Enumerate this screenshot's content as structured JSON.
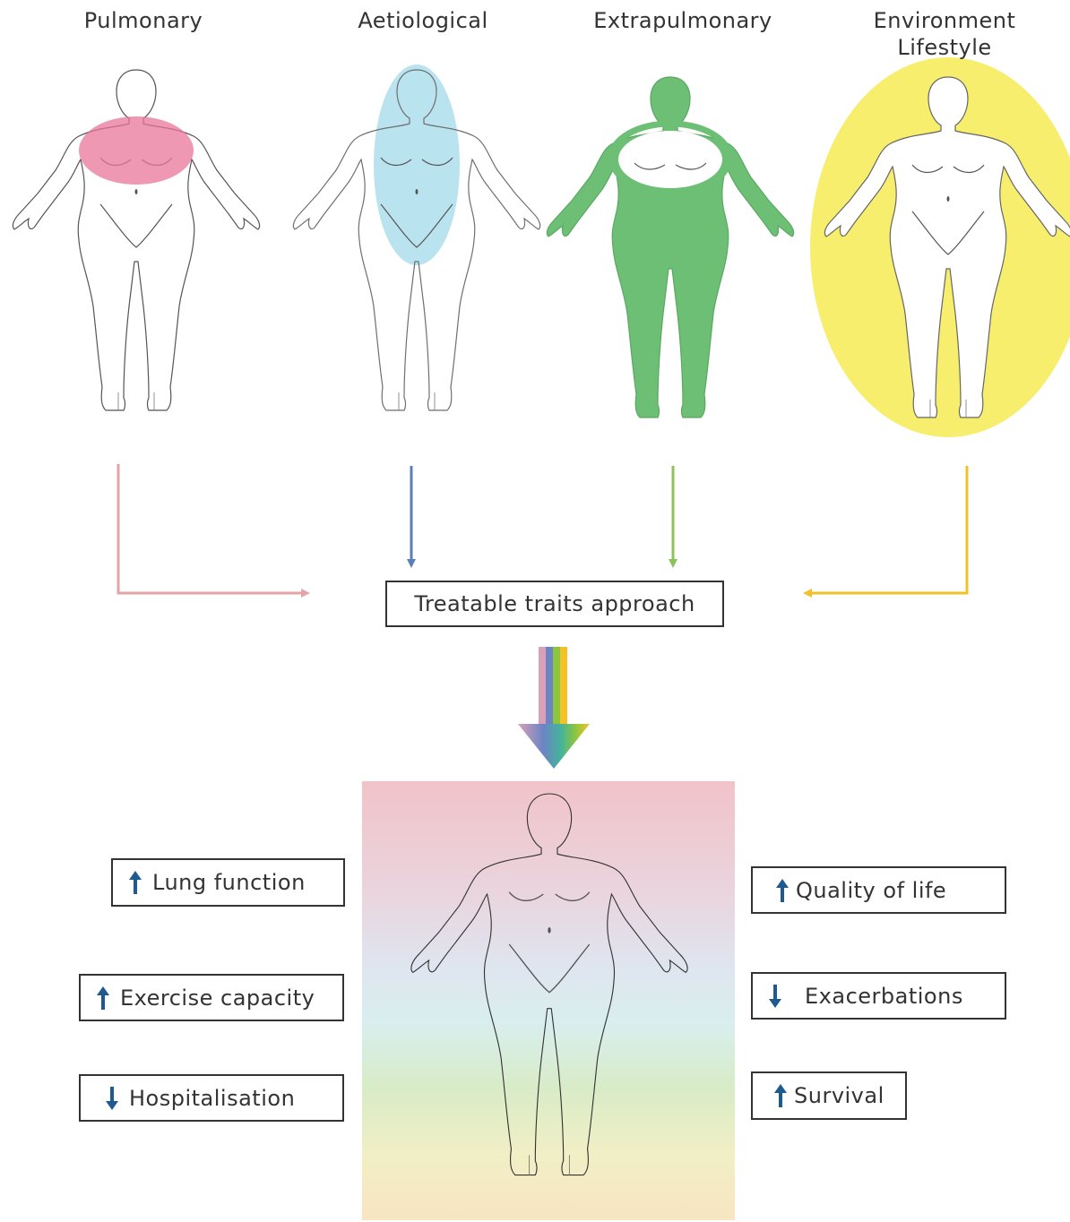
{
  "columns": [
    {
      "line1": "Pulmonary",
      "line2": ""
    },
    {
      "line1": "Aetiological",
      "line2": ""
    },
    {
      "line1": "Extrapulmonary",
      "line2": ""
    },
    {
      "line1": "Environment",
      "line2": "Lifestyle"
    }
  ],
  "center_box": "Treatable traits approach",
  "outcomes": [
    {
      "label": "Lung function",
      "direction": "up"
    },
    {
      "label": "Exercise capacity",
      "direction": "up"
    },
    {
      "label": "Hospitalisation",
      "direction": "down"
    },
    {
      "label": "Quality of life",
      "direction": "up"
    },
    {
      "label": "Exacerbations",
      "direction": "down"
    },
    {
      "label": "Survival",
      "direction": "up"
    }
  ],
  "colors": {
    "pulmonary": "#e8759a",
    "aetiological": "#a9dcec",
    "extrapulmonary": "#6dbf75",
    "environment": "#f7ee6e",
    "arrow_pulmonary": "#e3a4a8",
    "arrow_aetiological": "#5b7fb9",
    "arrow_extrapulmonary": "#8cc25a",
    "arrow_environment": "#f2c02a",
    "outcome_arrow": "#1d5a91"
  }
}
